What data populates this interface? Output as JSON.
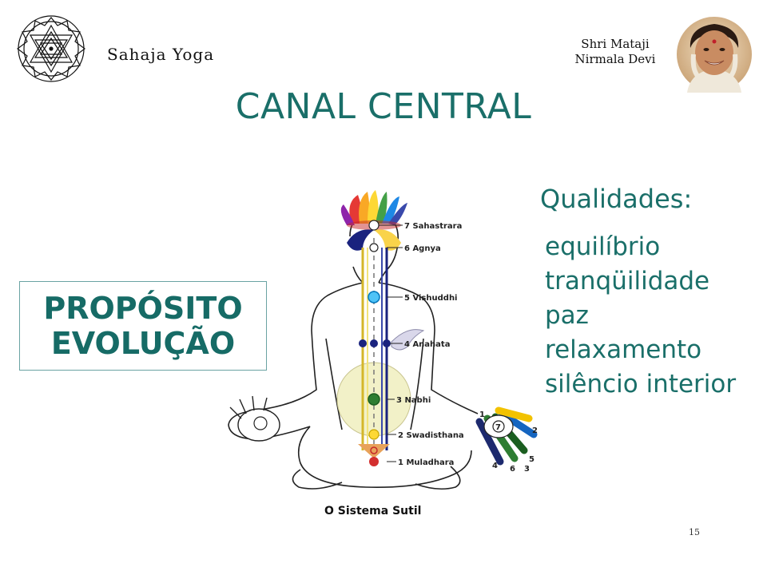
{
  "header": {
    "brand": "Sahaja Yoga",
    "guru_line1": "Shri Mataji",
    "guru_line2": "Nirmala Devi"
  },
  "title": "CANAL CENTRAL",
  "purpose": {
    "line1": "PROPÓSITO",
    "line2": "EVOLUÇÃO"
  },
  "qualities": {
    "label": "Qualidades:",
    "items": [
      "equilíbrio",
      "tranqüilidade",
      "paz",
      "relaxamento",
      "silêncio interior"
    ]
  },
  "figure": {
    "caption": "O Sistema Sutil",
    "chakras": [
      "7 Sahastrara",
      "6 Agnya",
      "5 Vishuddhi",
      "4 Anahata",
      "3 Nabhi",
      "2 Swadisthana",
      "1 Muladhara"
    ],
    "hand_numbers": [
      "1",
      "2",
      "3",
      "4",
      "5",
      "6",
      "7"
    ]
  },
  "page_number": "15"
}
